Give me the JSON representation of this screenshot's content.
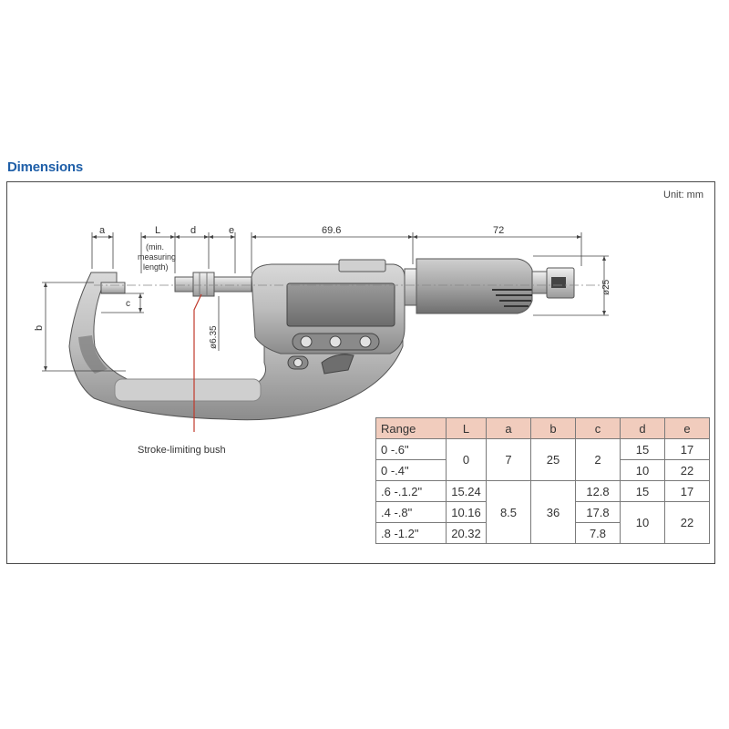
{
  "header": {
    "title": "Dimensions"
  },
  "panel": {
    "unit": "Unit: mm"
  },
  "diagram": {
    "labels": {
      "a": "a",
      "L": "L",
      "min_note_1": "(min.",
      "min_note_2": "measuring",
      "min_note_3": "length)",
      "d": "d",
      "e": "e",
      "dim_69": "69.6",
      "dim_72": "72",
      "b": "b",
      "c": "c",
      "phi_635": "ø6.35",
      "phi_25": "ø25",
      "bush": "Stroke-limiting bush"
    }
  },
  "table": {
    "headers": [
      "Range",
      "L",
      "a",
      "b",
      "c",
      "d",
      "e"
    ],
    "ranges": [
      "0 -.6\"",
      "0 -.4\"",
      ".6 -.1.2\"",
      ".4 -.8\"",
      ".8 -1.2\""
    ],
    "L": [
      "0",
      "15.24",
      "10.16",
      "20.32"
    ],
    "a": [
      "7",
      "8.5"
    ],
    "b": [
      "25",
      "36"
    ],
    "c": [
      "2",
      "12.8",
      "17.8",
      "7.8"
    ],
    "d": [
      "15",
      "10",
      "15",
      "10"
    ],
    "e": [
      "17",
      "22",
      "17",
      "22"
    ]
  },
  "colors": {
    "title": "#1f5fa8",
    "table_header": "#f1ccbd",
    "pointer": "#c0392b"
  }
}
